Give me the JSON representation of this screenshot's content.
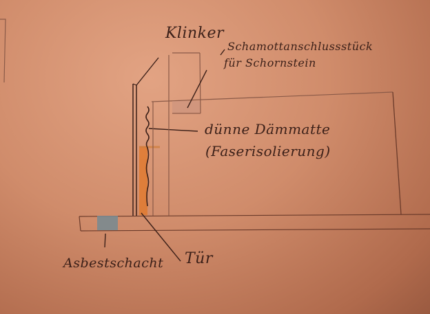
{
  "diagram": {
    "type": "hand-drawn sketch (cross-section)",
    "labels": {
      "klinker": "Klinker",
      "schamotte_line1": "Schamottanschlussstück",
      "schamotte_line2": "für Schornstein",
      "daemmatte_line1": "dünne Dämmatte",
      "daemmatte_line2": "(Faserisolierung)",
      "asbest": "Asbestschacht",
      "tuer": "Tür"
    },
    "colors": {
      "paper": "#d08c6b",
      "pencil": "#3a1f18",
      "light_pencil": "#8a5a48",
      "orange_fill": "#e07a30",
      "gray_fill": "#7a8a90"
    }
  }
}
